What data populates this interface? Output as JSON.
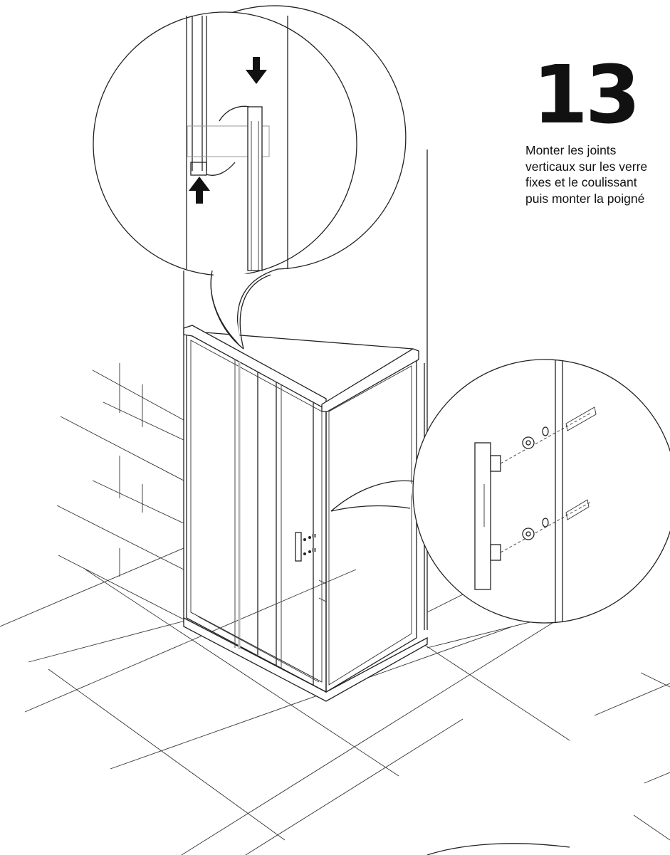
{
  "step": {
    "number": "13",
    "instruction_lines": [
      "Monter les joints",
      "verticaux sur les verre",
      "fixes et le coulissant",
      "puis monter la poigné"
    ]
  },
  "illustration": {
    "callouts": [
      "vertical-seal-detail",
      "handle-mount-detail"
    ],
    "icons": [
      "arrow-down-icon",
      "arrow-up-icon"
    ]
  }
}
